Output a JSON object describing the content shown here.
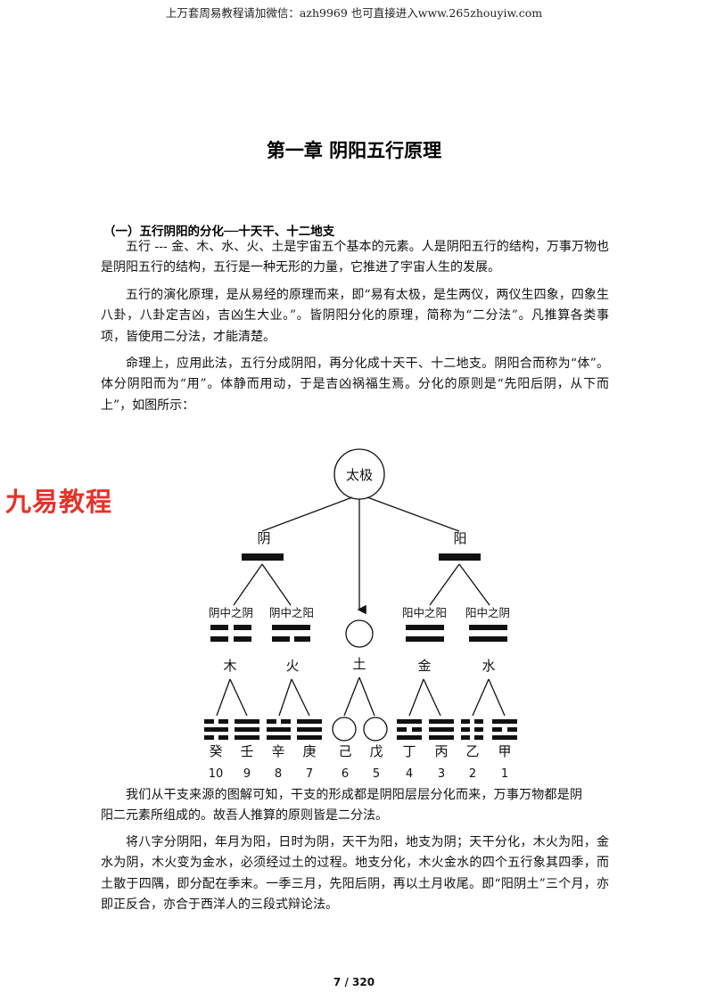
{
  "header": {
    "text": "上万套周易教程请加微信：azh9969   也可直接进入www.265zhouyiw.com"
  },
  "title": "第一章  阴阳五行原理",
  "section_heading": "（一）五行阴阳的分化──十天干、十二地支",
  "paragraphs": {
    "p1": "五行 --- 金、木、水、火、土是宇宙五个基本的元素。人是阴阳五行的结构，万事万物也是阴阳五行的结构，五行是一种无形的力量，它推进了宇宙人生的发展。",
    "p2": "五行的演化原理，是从易经的原理而来，即“易有太极，是生两仪，两仪生四象，四象生八卦，八卦定吉凶，吉凶生大业。”。皆阴阳分化的原理，简称为“二分法”。凡推算各类事项，皆使用二分法，才能清楚。",
    "p3": "命理上，应用此法，五行分成阴阳，再分化成十天干、十二地支。阴阳合而称为“体”。体分阴阳而为“用”。体静而用动，于是吉凶祸福生焉。分化的原则是“先阳后阴，从下而上”，如图所示：",
    "p4": "我们从干支来源的图解可知，干支的形成都是阴阳层层分化而来，万事万物都是阴阳二元素所组成的。故吾人推算的原则皆是二分法。",
    "p5": "将八字分阴阳，年月为阳，日时为阴，天干为阳，地支为阴；天干分化，木火为阳，金水为阴，木火变为金水，必须经过土的过程。地支分化，木火金水的四个五行象其四季，而土散于四隅，即分配在季末。一季三月，先阳后阴，再以土月收尾。即“阳阴土”三个月，亦即正反合，亦合于西洋人的三段式辩论法。"
  },
  "diagram": {
    "root": "太极",
    "yin": "阴",
    "yang": "阳",
    "sub_labels": [
      "阴中之阴",
      "阴中之阳",
      "阳中之阳",
      "阳中之阴"
    ],
    "elements": [
      "木",
      "火",
      "土",
      "金",
      "水"
    ],
    "stems": [
      "癸",
      "壬",
      "辛",
      "庚",
      "己",
      "戊",
      "丁",
      "丙",
      "乙",
      "甲"
    ],
    "numbers": [
      "10",
      "9",
      "8",
      "7",
      "6",
      "5",
      "4",
      "3",
      "2",
      "1"
    ]
  },
  "watermark": "九易教程",
  "page_number": "7 / 320"
}
